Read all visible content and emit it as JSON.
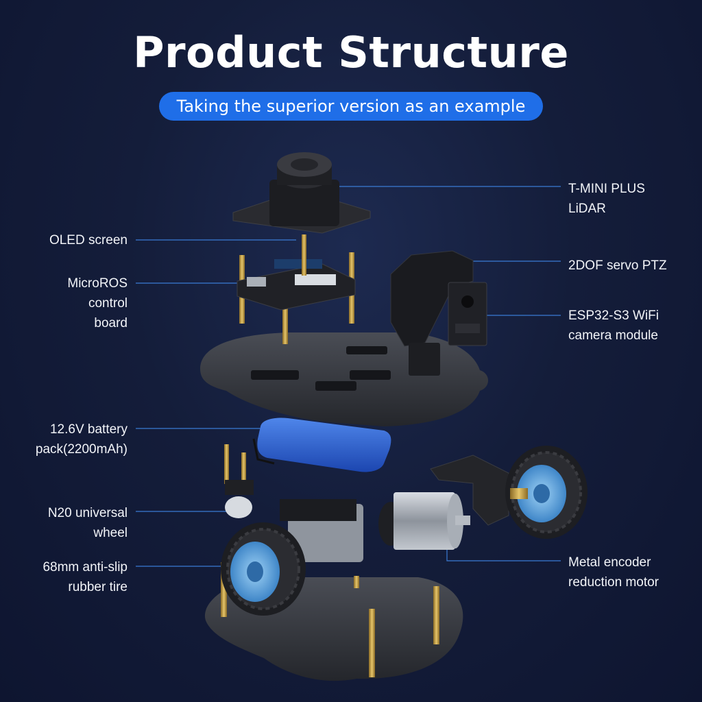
{
  "title": "Product Structure",
  "subtitle": "Taking the superior version as an example",
  "labels": {
    "lidar": [
      "T-MINI PLUS",
      "LiDAR"
    ],
    "oled": [
      "OLED screen"
    ],
    "microros": [
      "MicroROS",
      "control",
      "board"
    ],
    "ptz": [
      "2DOF servo PTZ"
    ],
    "camera": [
      "ESP32-S3 WiFi",
      "camera module"
    ],
    "battery": [
      "12.6V battery",
      "pack(2200mAh)"
    ],
    "n20": [
      "N20 universal",
      "wheel"
    ],
    "tire": [
      "68mm anti-slip",
      "rubber tire"
    ],
    "motor": [
      "Metal encoder",
      "reduction motor"
    ]
  },
  "colors": {
    "accent": "#1f6ee8",
    "leader_line": "#3a7bd5",
    "battery": "#2a5fd0",
    "tire_hub": "#5aa9e6",
    "plate": "#2b2d33",
    "brass": "#c9a24a"
  }
}
